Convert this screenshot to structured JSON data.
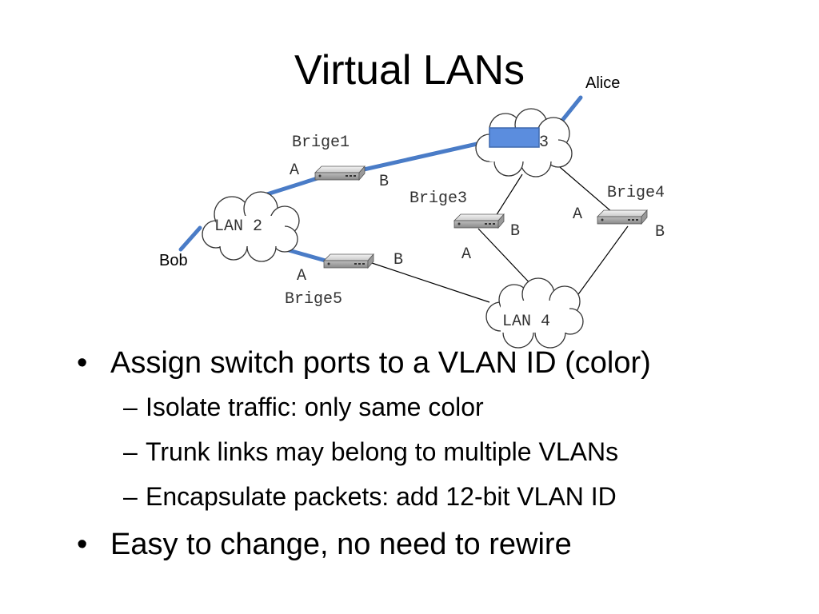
{
  "slide": {
    "title": "Virtual LANs"
  },
  "diagram": {
    "hosts": {
      "alice": "Alice",
      "bob": "Bob"
    },
    "lans": {
      "lan2": "LAN 2",
      "lan4": "LAN 4",
      "lan3_visible_suffix": "3"
    },
    "bridges": {
      "b1": {
        "name": "Brige1",
        "port_a": "A",
        "port_b": "B"
      },
      "b3": {
        "name": "Brige3",
        "port_a": "A",
        "port_b": "B"
      },
      "b4": {
        "name": "Brige4",
        "port_a": "A",
        "port_b": "B"
      },
      "b5": {
        "name": "Brige5",
        "port_a": "A",
        "port_b": "B"
      }
    },
    "colors": {
      "vlan_link": "#4a7cc7",
      "vlan_box": "#5b8dde",
      "plain_link": "#000000",
      "cloud_stroke": "#333333"
    }
  },
  "bullets": {
    "main1": "Assign switch ports to a VLAN ID (color)",
    "sub1": "Isolate traffic: only same color",
    "sub2": "Trunk links may belong to multiple VLANs",
    "sub3": "Encapsulate packets: add 12-bit VLAN ID",
    "main2": "Easy to change, no need to rewire",
    "bullet_glyph": "•",
    "dash_glyph": "–"
  }
}
